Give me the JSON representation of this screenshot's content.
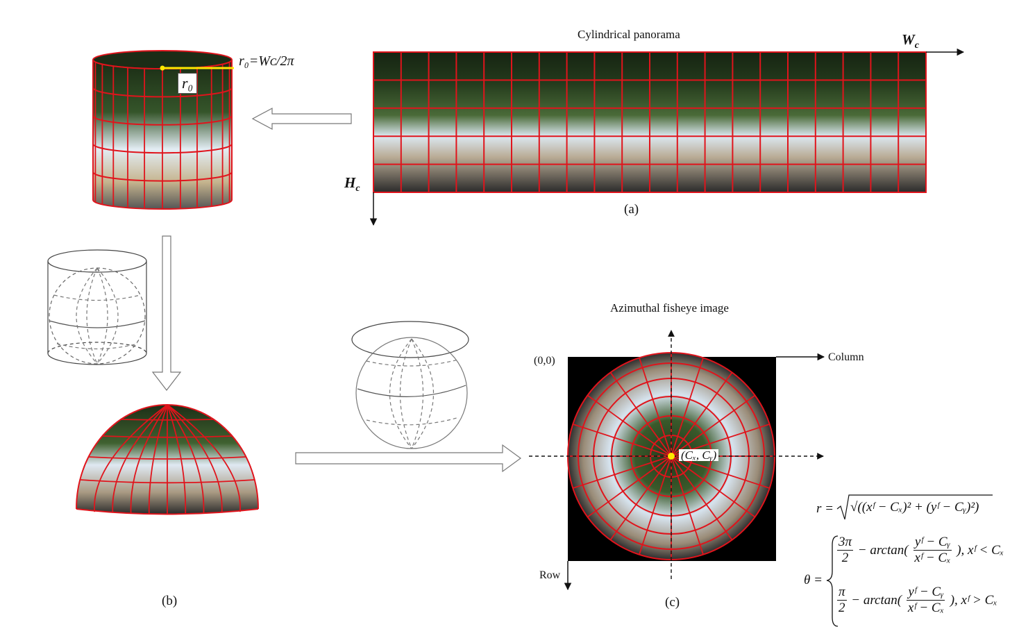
{
  "panel_a": {
    "title": "Cylindrical panorama",
    "caption": "(a)",
    "width_label": "W",
    "width_sub": "c",
    "height_label": "H",
    "height_sub": "c"
  },
  "cylinder": {
    "radius_formula": "r₀=Wᴄ/2π",
    "radius_label": "r₀"
  },
  "panel_b": {
    "caption": "(b)"
  },
  "panel_c": {
    "title": "Azimuthal fisheye image",
    "caption": "(c)",
    "origin_label": "(0,0)",
    "column_label": "Column",
    "row_label": "Row",
    "center_label": "(Cₓ, Cᵧ)"
  },
  "formulas": {
    "r_lhs": "r =",
    "r_rhs": "√((xᶠ − Cₓ)² + (yᶠ − Cᵧ)²)",
    "theta_lhs": "θ =",
    "case1_num": "3π",
    "case1_den": "2",
    "case1_mid": "− arctan(",
    "case1_fnum": "yᶠ − Cᵧ",
    "case1_fden": "xᶠ − Cₓ",
    "case1_cond": "), xᶠ < Cₓ",
    "case2_num": "π",
    "case2_den": "2",
    "case2_mid": "− arctan(",
    "case2_fnum": "yᶠ − Cᵧ",
    "case2_fden": "xᶠ − Cₓ",
    "case2_cond": "), xᶠ > Cₓ"
  },
  "colors": {
    "grid_red": "#e0141c",
    "marker_yellow": "#ffe800",
    "foliage_dark": "#1f3318",
    "sky": "#dce9f3",
    "building": "#b7a993",
    "fisheye_bg": "#000000"
  }
}
